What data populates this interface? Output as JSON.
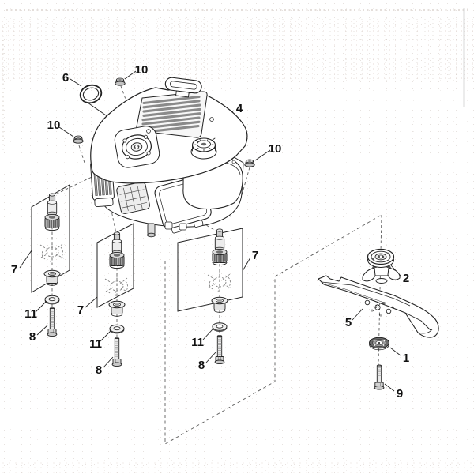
{
  "figure": {
    "kind": "exploded-parts-diagram",
    "subject": "Lawn mower engine, blade and mounting hardware",
    "background_color": "#ffffff",
    "line_color": "#1f1f1f",
    "phantom_line_color": "#666666",
    "shade_gray": "#b5b5b5"
  },
  "callouts": [
    {
      "label": "6"
    },
    {
      "label": "10"
    },
    {
      "label": "10"
    },
    {
      "label": "10"
    },
    {
      "label": "4"
    },
    {
      "label": "7"
    },
    {
      "label": "7"
    },
    {
      "label": "7"
    },
    {
      "label": "11"
    },
    {
      "label": "8"
    },
    {
      "label": "11"
    },
    {
      "label": "8"
    },
    {
      "label": "11"
    },
    {
      "label": "8"
    },
    {
      "label": "2"
    },
    {
      "label": "5"
    },
    {
      "label": "1"
    },
    {
      "label": "9"
    }
  ]
}
